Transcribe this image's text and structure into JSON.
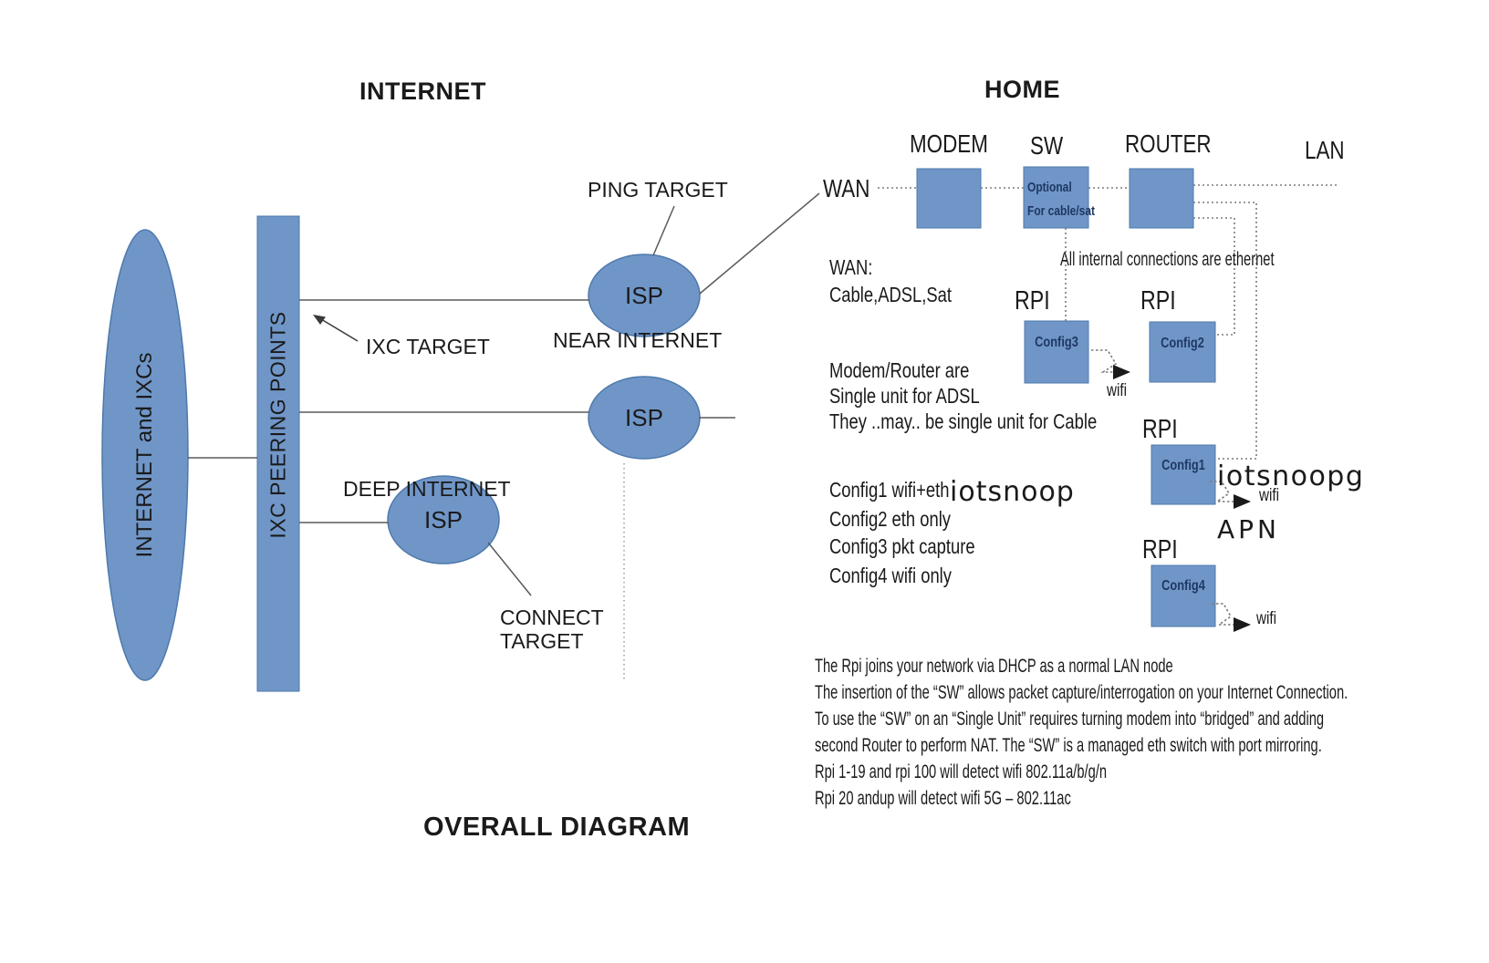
{
  "titles": {
    "internet": "INTERNET",
    "home": "HOME",
    "overall": "OVERALL DIAGRAM"
  },
  "colors": {
    "shape_fill": "#7096c8",
    "shape_stroke": "#4d79ab",
    "line": "#5a5a5a",
    "dashed": "#7a7a7a",
    "text": "#1a1a1a",
    "box_text": "#1f3864"
  },
  "internet": {
    "cloud_label": "INTERNET and IXCs",
    "bar_label": "IXC PEERING POINTS",
    "isp_label": "ISP",
    "ping_target": "PING TARGET",
    "ixc_target": "IXC TARGET",
    "near_internet": "NEAR INTERNET",
    "deep_internet": "DEEP INTERNET",
    "connect_line1": "CONNECT",
    "connect_line2": "TARGET"
  },
  "home": {
    "wan": "WAN",
    "modem": "MODEM",
    "sw": "SW",
    "router": "ROUTER",
    "lan": "LAN",
    "sw_note_line1": "Optional",
    "sw_note_line2": "For cable/sat",
    "wan_note_line1": "WAN:",
    "wan_note_line2": "Cable,ADSL,Sat",
    "ethernet_note": "All internal connections are ethernet",
    "modem_note": [
      "Modem/Router are",
      "Single unit for ADSL",
      "They ..may.. be single unit for Cable"
    ],
    "rpi_label": "RPI",
    "wifi_label": "wifi",
    "rpi_boxes": [
      "Config3",
      "Config2",
      "Config1",
      "Config4"
    ],
    "config_list": [
      "Config1 wifi+eth",
      "Config2 eth only",
      "Config3 pkt capture",
      "Config4 wifi only"
    ],
    "iotsnoop": "iotsnoop",
    "iotsnoopg": "iotsnoopg",
    "apn": "APN",
    "footnotes": [
      "The Rpi joins your network via DHCP as a normal LAN node",
      "The insertion of the “SW” allows packet capture/interrogation on your Internet Connection.",
      "To use the “SW” on an “Single Unit” requires turning modem into “bridged” and adding",
      " second Router to perform NAT.  The “SW” is a managed eth switch with port mirroring.",
      "Rpi 1-19 and rpi 100 will detect wifi 802.11a/b/g/n",
      "Rpi 20 andup will detect wifi 5G – 802.11ac"
    ]
  }
}
